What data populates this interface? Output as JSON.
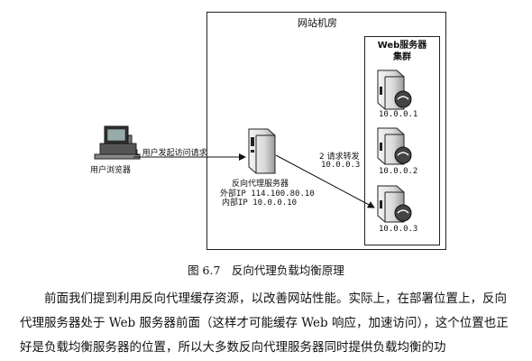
{
  "diagram": {
    "room_title": "网站机房",
    "cluster_title_line1": "Web服务器",
    "cluster_title_line2": "集群",
    "client_label": "用户浏览器",
    "step1_label": "1 用户发起访问请求",
    "proxy_title": "反向代理服务器",
    "proxy_ext_ip": "外部IP 114.100.80.10",
    "proxy_int_ip": "内部IP 10.0.0.10",
    "step2_label": "2 请求转发",
    "step2_ip": "10.0.0.3",
    "servers": [
      {
        "ip": "10.0.0.1"
      },
      {
        "ip": "10.0.0.2"
      },
      {
        "ip": "10.0.0.3"
      }
    ]
  },
  "caption": "图 6.7　反向代理负载均衡原理",
  "paragraph": "前面我们提到利用反向代理缓存资源，以改善网站性能。实际上，在部署位置上，反向代理服务器处于 Web 服务器前面（这样才可能缓存 Web 响应，加速访问），这个位置也正好是负载均衡服务器的位置，所以大多数反向代理服务器同时提供负载均衡的功"
}
